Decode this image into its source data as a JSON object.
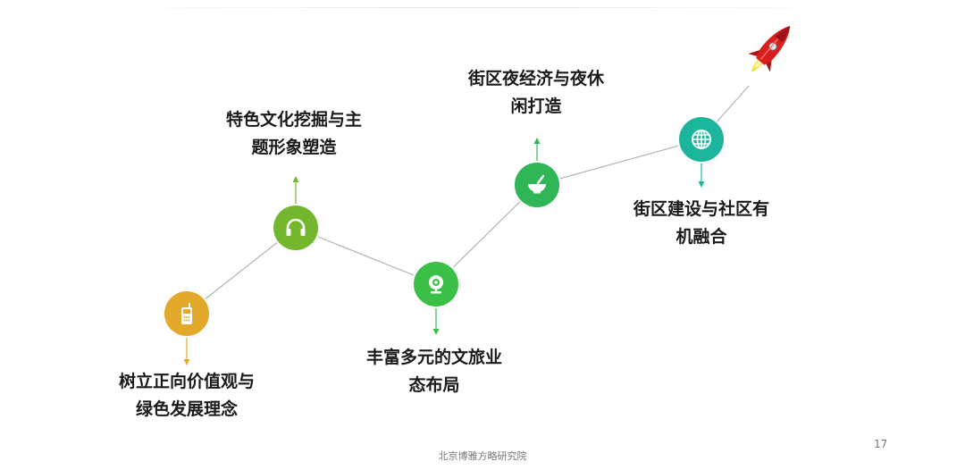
{
  "colors": {
    "connector": "#b4b4b4",
    "gold": "#e3a92b",
    "green_light": "#74b72e",
    "green": "#3cbf46",
    "green_mid": "#2fb757",
    "teal": "#1bb69c",
    "rocket_red": "#d81f1f",
    "flame": "#f3e34b"
  },
  "nodes": [
    {
      "id": "gold",
      "icon": "walkie-talkie-icon",
      "color": "#e3a92b",
      "arrow": "down",
      "lines": [
        "树立正向价值观与",
        "绿色发展理念"
      ]
    },
    {
      "id": "green_light",
      "icon": "headphones-icon",
      "color": "#74b72e",
      "arrow": "up",
      "lines": [
        "特色文化挖掘与主",
        "题形象塑造"
      ]
    },
    {
      "id": "green",
      "icon": "webcam-icon",
      "color": "#3cbf46",
      "arrow": "down",
      "lines": [
        "丰富多元的文旅业",
        "态布局"
      ]
    },
    {
      "id": "green_mid",
      "icon": "mortar-bowl-icon",
      "color": "#2fb757",
      "arrow": "up",
      "lines": [
        "街区夜经济与夜休",
        "闲打造"
      ]
    },
    {
      "id": "teal",
      "icon": "globe-icon",
      "color": "#1bb69c",
      "arrow": "down",
      "lines": [
        "街区建设与社区有",
        "机融合"
      ]
    }
  ],
  "decoration": {
    "icon": "rocket-icon"
  },
  "footer": {
    "text": "北京博雅方略研究院",
    "page_number": "17"
  }
}
